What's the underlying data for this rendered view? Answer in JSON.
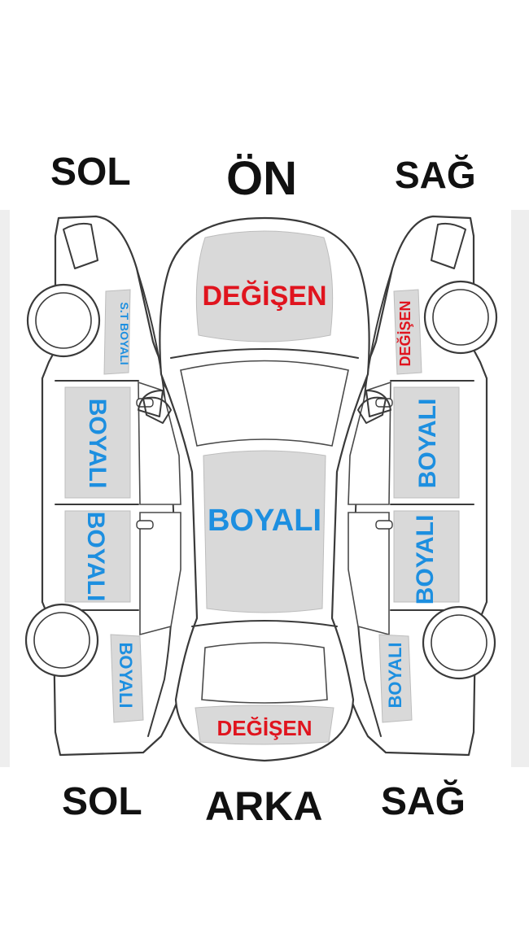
{
  "headings": {
    "top_left": "SOL",
    "top_center": "ÖN",
    "top_right": "SAĞ",
    "bottom_left": "SOL",
    "bottom_center": "ARKA",
    "bottom_right": "SAĞ"
  },
  "colors": {
    "changed": "#e0141e",
    "painted": "#1d8fe0",
    "panel": "#d9d9d9",
    "outline": "#3a3a3a"
  },
  "status_labels": {
    "hood": "DEĞİŞEN",
    "roof": "BOYALI",
    "trunk": "DEĞİŞEN",
    "left_front_fender": "S.T BOYALI",
    "left_front_door": "BOYALI",
    "left_rear_door": "BOYALI",
    "left_rear_fender": "BOYALI",
    "right_front_fender": "DEĞİŞEN",
    "right_front_door": "BOYALI",
    "right_rear_door": "BOYALI",
    "right_rear_fender": "BOYALI"
  }
}
